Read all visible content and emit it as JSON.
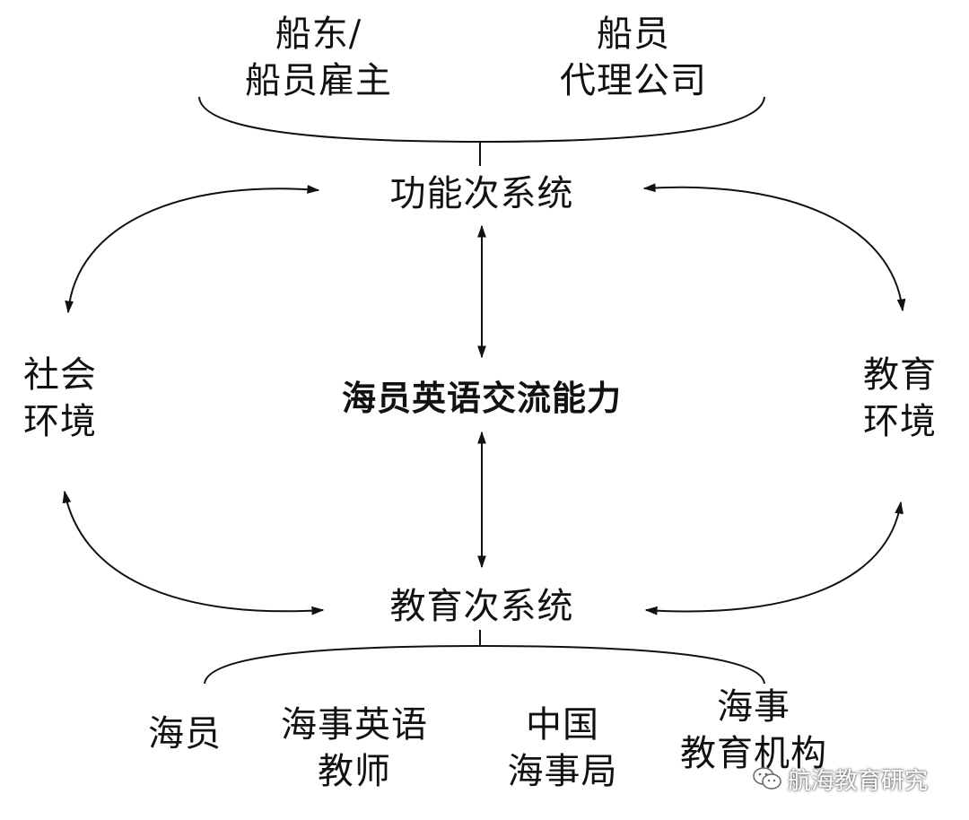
{
  "top_group": {
    "left_label_line1": "船东/",
    "left_label_line2": "船员雇主",
    "right_label_line1": "船员",
    "right_label_line2": "代理公司"
  },
  "nodes": {
    "functional_subsystem": "功能次系统",
    "center": "海员英语交流能力",
    "education_subsystem": "教育次系统",
    "social_env_line1": "社会",
    "social_env_line2": "环境",
    "education_env_line1": "教育",
    "education_env_line2": "环境"
  },
  "bottom_group": {
    "seafarer": "海员",
    "teacher_line1": "海事英语",
    "teacher_line2": "教师",
    "msa_line1": "中国",
    "msa_line2": "海事局",
    "institution_line1": "海事",
    "institution_line2": "教育机构"
  },
  "watermark": {
    "text": "航海教育研究",
    "icon": "wechat-icon"
  }
}
